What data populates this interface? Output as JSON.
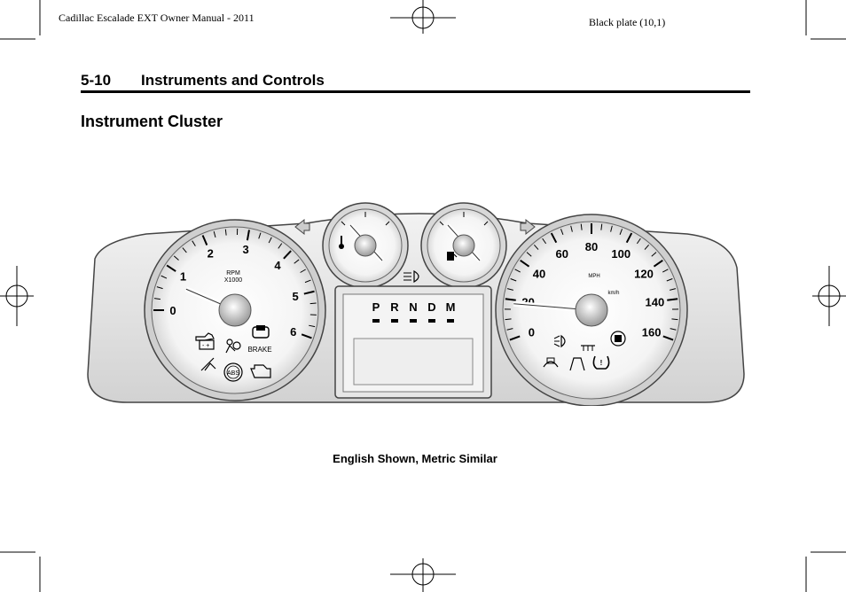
{
  "header": {
    "manual_title": "Cadillac Escalade EXT Owner Manual - 2011",
    "plate": "Black plate (10,1)",
    "section_number": "5-10",
    "section_title": "Instruments and Controls"
  },
  "page_heading": "Instrument Cluster",
  "figure": {
    "caption": "English Shown, Metric Similar",
    "tachometer": {
      "ticks": [
        "0",
        "1",
        "2",
        "3",
        "4",
        "5",
        "6"
      ],
      "label_rpm": "RPM",
      "label_x1000": "X1000",
      "label_brake": "BRAKE",
      "label_abs": "ABS",
      "needle_value": 0.7
    },
    "speedometer": {
      "mph_ticks": [
        "0",
        "20",
        "40",
        "60",
        "80",
        "100",
        "120",
        "140",
        "160"
      ],
      "label_mph": "MPH",
      "label_kmh": "km/h",
      "needle_value": 18
    },
    "prndm": {
      "letters": [
        "P",
        "R",
        "N",
        "D",
        "M"
      ]
    },
    "icons": [
      "turn-left-icon",
      "turn-right-icon",
      "headlamp-icon",
      "oil-pressure-icon",
      "battery-icon",
      "airbag-icon",
      "door-ajar-icon",
      "seatbelt-icon",
      "abs-icon",
      "check-engine-icon",
      "traction-control-icon",
      "fog-lamp-icon",
      "cruise-icon",
      "tire-pressure-icon",
      "stabilitrak-icon",
      "temperature-icon",
      "fuel-icon"
    ]
  }
}
